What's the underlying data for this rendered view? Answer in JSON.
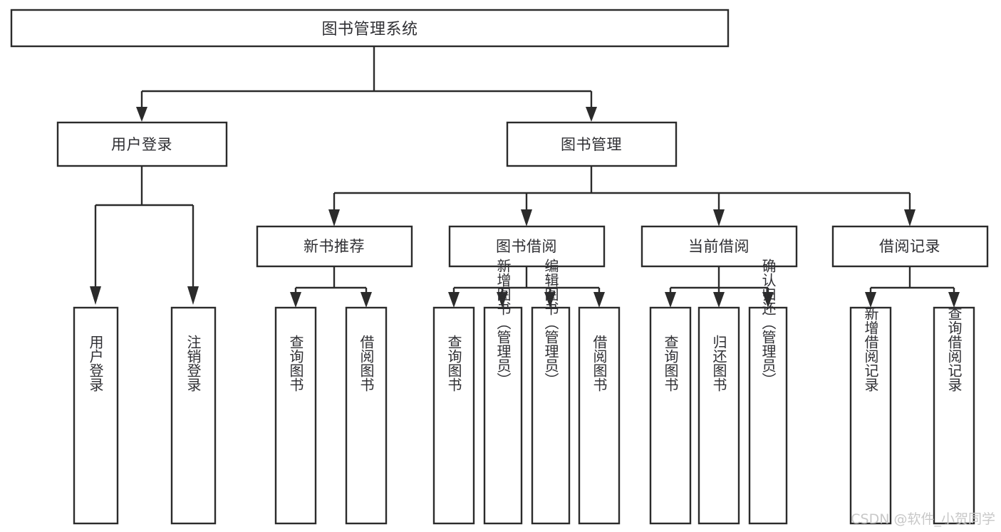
{
  "diagram": {
    "title": "图书管理系统",
    "type": "functional-structure-tree",
    "colors": {
      "background": "#ffffff",
      "box_fill": "#ffffff",
      "box_stroke": "#2b2b2b",
      "text": "#2f2f33",
      "connector": "#2b2b2b",
      "watermark": "#c8c8c8"
    },
    "root": {
      "label": "图书管理系统"
    },
    "level2": [
      {
        "label": "用户登录"
      },
      {
        "label": "图书管理"
      }
    ],
    "level3": [
      {
        "label": "新书推荐"
      },
      {
        "label": "图书借阅"
      },
      {
        "label": "当前借阅"
      },
      {
        "label": "借阅记录"
      }
    ],
    "leaves": {
      "user_login": [
        {
          "label": "用户登录"
        },
        {
          "label": "注销登录"
        }
      ],
      "new_book_recommend": [
        {
          "label": "查询图书"
        },
        {
          "label": "借阅图书"
        }
      ],
      "book_borrow": [
        {
          "label": "查询图书"
        },
        {
          "label": "新增图书（管理员）"
        },
        {
          "label": "编辑图书（管理员）"
        },
        {
          "label": "借阅图书"
        }
      ],
      "current_borrow": [
        {
          "label": "查询图书"
        },
        {
          "label": "归还图书"
        },
        {
          "label": "确认归还（管理员）"
        }
      ],
      "borrow_record": [
        {
          "label": "新增借阅记录"
        },
        {
          "label": "查询借阅记录"
        }
      ]
    },
    "watermark": "CSDN @软件_小贺同学"
  }
}
